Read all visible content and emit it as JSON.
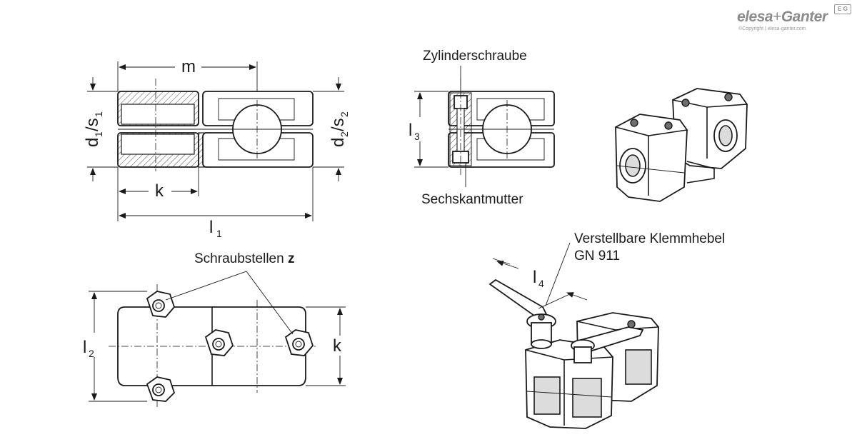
{
  "logo": {
    "brand": "elesa",
    "plus": "+",
    "brand2": "Ganter",
    "copyright": "©Copyright | elesa-ganter.com",
    "badge": "E G"
  },
  "labels": {
    "m": "m",
    "k_top": "k",
    "l1_main": "l",
    "l1_sub": "1",
    "d1s1_a": "d",
    "d1s1_b": "1",
    "d1s1_c": "/s",
    "d1s1_d": "1",
    "d2s2_a": "d",
    "d2s2_b": "2",
    "d2s2_c": "/s",
    "d2s2_d": "2",
    "zylinderschraube": "Zylinderschraube",
    "sechskantmutter": "Sechskantmutter",
    "l3_main": "l",
    "l3_sub": "3",
    "schraubstellen": "Schraubstellen ",
    "schraubstellen_z": "z",
    "l2_main": "l",
    "l2_sub": "2",
    "k_plan": "k",
    "klemmhebel_1": "Verstellbare Klemmhebel",
    "klemmhebel_2": "GN 911",
    "l4_main": "l",
    "l4_sub": "4"
  },
  "colors": {
    "line": "#1a1a1a",
    "logo": "#8c8c8c",
    "hatch": "#1a1a1a"
  }
}
